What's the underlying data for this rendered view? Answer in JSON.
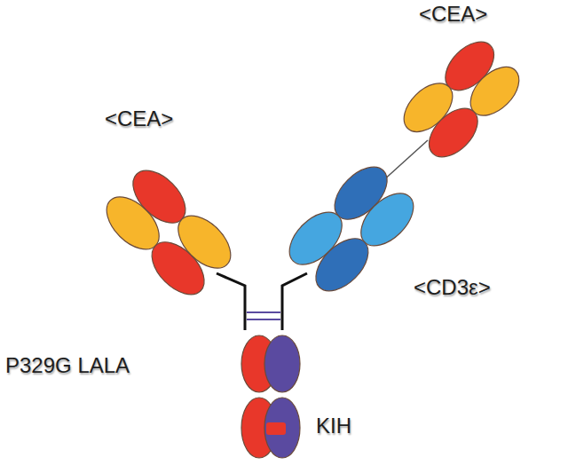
{
  "diagram": {
    "labels": [
      "<CEA>",
      "<CEA>",
      "<CD3ε>",
      "P329G LALA",
      "KIH"
    ]
  }
}
